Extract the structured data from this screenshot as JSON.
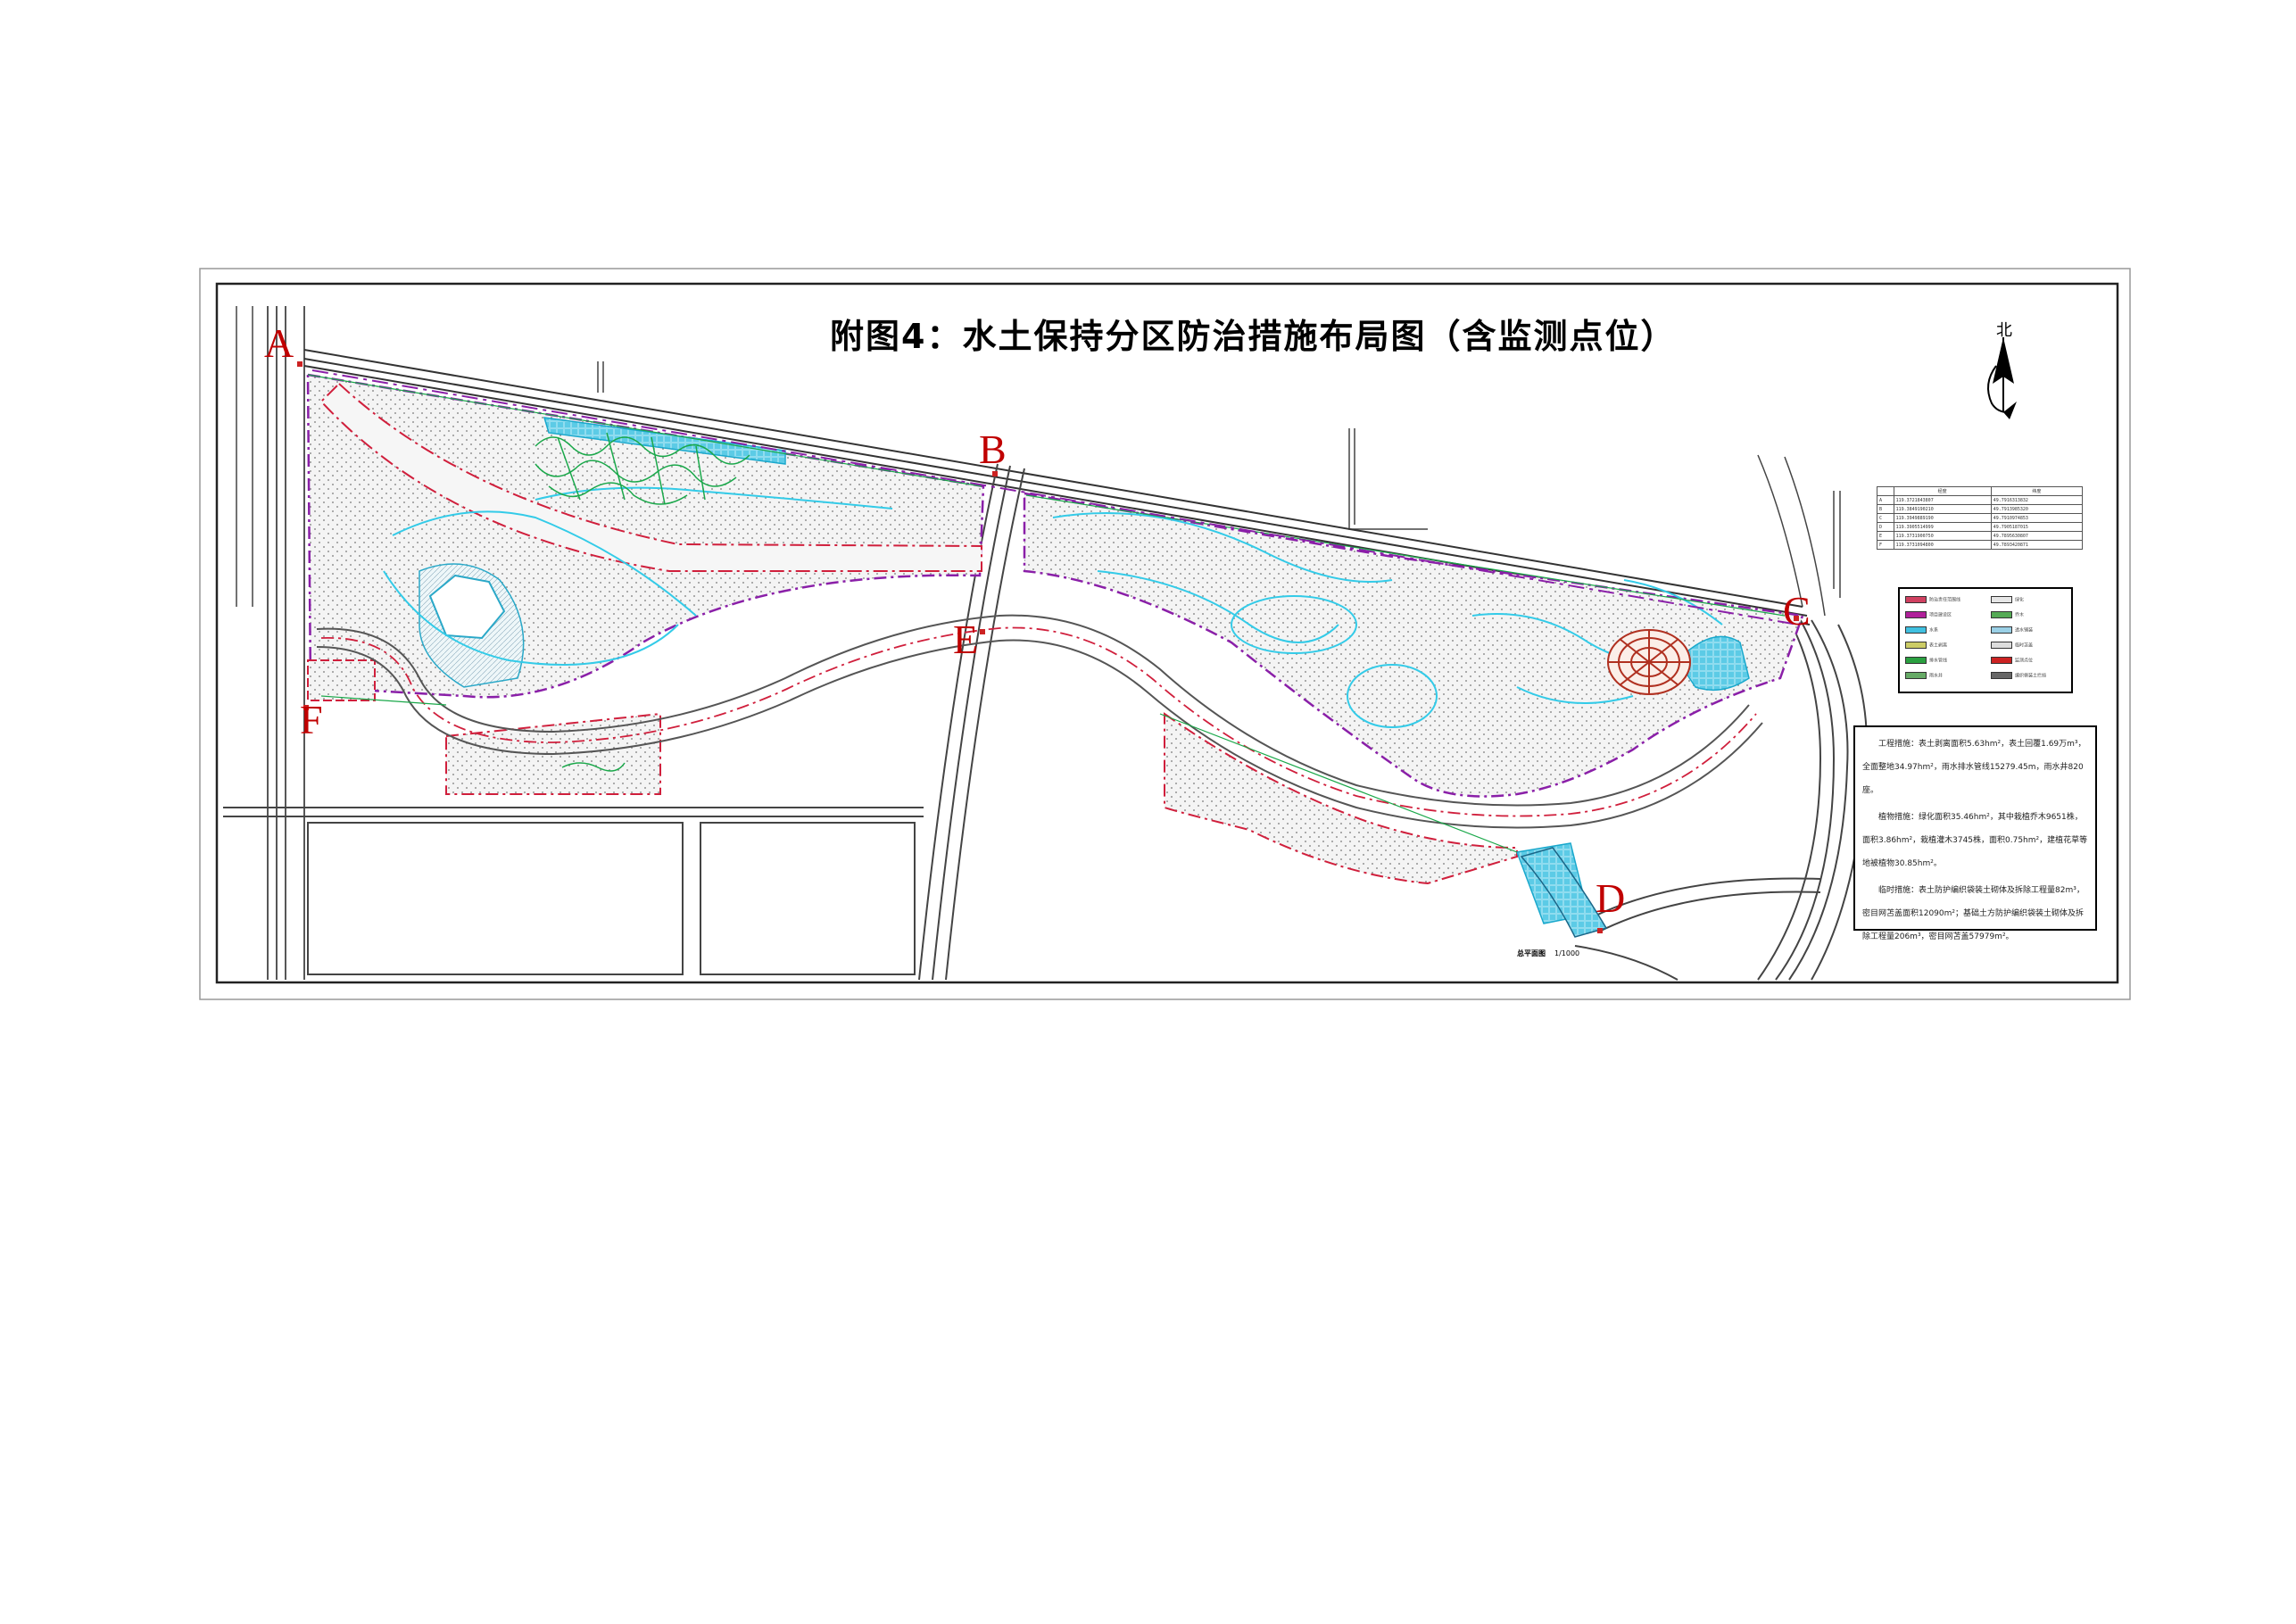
{
  "title": "附图4：水土保持分区防治措施布局图（含监测点位）",
  "north_label": "北",
  "points": [
    {
      "label": "A"
    },
    {
      "label": "B"
    },
    {
      "label": "C"
    },
    {
      "label": "D"
    },
    {
      "label": "E"
    },
    {
      "label": "F"
    }
  ],
  "coord_table": {
    "headers": [
      "",
      "经度",
      "纬度"
    ],
    "rows": [
      [
        "A",
        "119.3721843807",
        "49.7916313832"
      ],
      [
        "B",
        "119.3849190210",
        "49.7913985320"
      ],
      [
        "C",
        "119.3949889190",
        "49.7910974853"
      ],
      [
        "D",
        "119.3905514999",
        "49.7905187015"
      ],
      [
        "E",
        "119.3731900750",
        "49.7895630807"
      ],
      [
        "F",
        "119.3731094800",
        "49.7893420871"
      ]
    ]
  },
  "legend": [
    {
      "label": "防治责任范围线",
      "color": "#d04060"
    },
    {
      "label": "项目建设区",
      "color": "#b0209a"
    },
    {
      "label": "水系",
      "color": "#40c0e0"
    },
    {
      "label": "表土剥离",
      "color": "#cccc66"
    },
    {
      "label": "排水管线",
      "color": "#2aa040"
    },
    {
      "label": "雨水井",
      "color": "#66aa66"
    },
    {
      "label": "绿化",
      "color": "#e6e6e6"
    },
    {
      "label": "乔木",
      "color": "#55aa55"
    },
    {
      "label": "透水铺装",
      "color": "#9ad0e6"
    },
    {
      "label": "临时苫盖",
      "color": "#dddddd"
    },
    {
      "label": "监测点位",
      "color": "#cc2222"
    },
    {
      "label": "编织袋装土拦挡",
      "color": "#666666"
    }
  ],
  "notes": [
    "工程措施：表土剥离面积5.63hm²，表土回覆1.69万m³，全面整地34.97hm²，雨水排水管线15279.45m，雨水井820座。",
    "植物措施：绿化面积35.46hm²，其中栽植乔木9651株，面积3.86hm²，栽植灌木3745株，面积0.75hm²，建植花草等地被植物30.85hm²。",
    "临时措施：表土防护编织袋装土砌体及拆除工程量82m³，密目网苫盖面积12090m²；基础土方防护编织袋装土砌体及拆除工程量206m³，密目网苫盖57979m²。"
  ],
  "scale_bar": {
    "label": "总平面图",
    "ratio": "1/1000"
  },
  "colors": {
    "boundary": "#d01f3c",
    "project_area": "#8a1fa8",
    "water": "#33cbe8",
    "green_line": "#1aa84a",
    "road": "#555555",
    "point_label": "#c00000"
  }
}
